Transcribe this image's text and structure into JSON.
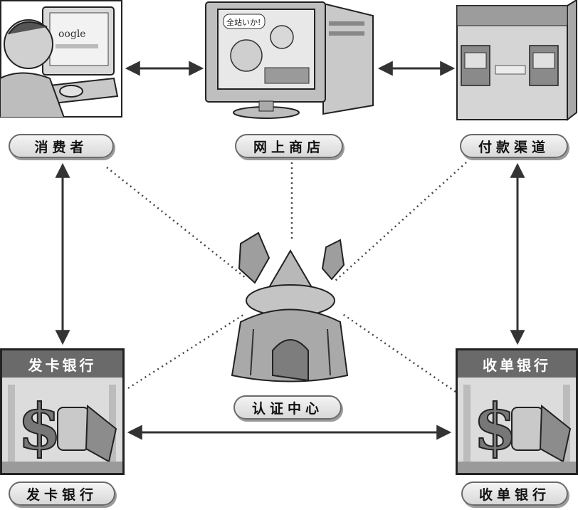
{
  "nodes": {
    "consumer": "消费者",
    "online_store": "网上商店",
    "payment_channel": "付款渠道",
    "issuing_bank": "发卡银行",
    "acquiring_bank": "收单银行",
    "cert_center": "认证中心"
  },
  "banks": {
    "issuing_header": "发卡银行",
    "acquiring_header": "收单银行"
  },
  "screen_text": {
    "search_logo": "oogle",
    "store_bubble": "全站いか!"
  },
  "icons": {
    "consumer": "user-at-computer-icon",
    "store": "desktop-computer-icon",
    "payment": "atm-machines-icon",
    "bank": "bank-dollar-icon",
    "cert": "castle-tower-icon"
  }
}
